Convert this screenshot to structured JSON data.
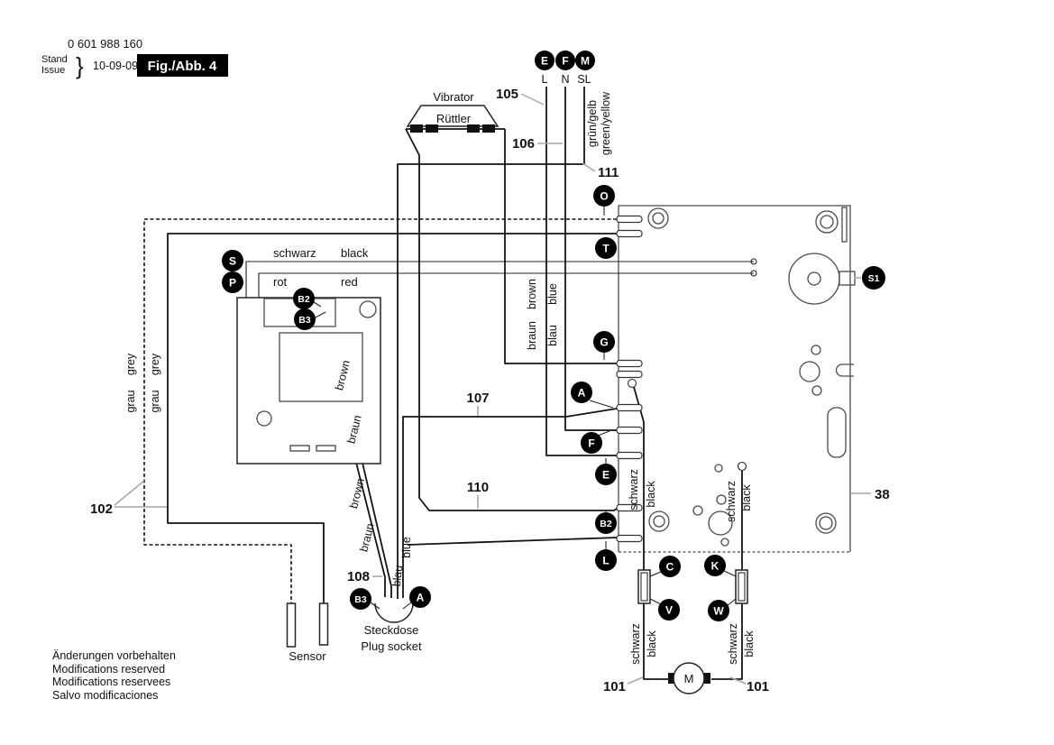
{
  "header": {
    "part_number": "0 601 988 160",
    "stand_label": "Stand",
    "issue_label": "Issue",
    "brace": "}",
    "date": "10-09-09",
    "figure_label": "Fig./Abb. 4"
  },
  "components": {
    "vibrator": "Vibrator",
    "ruettler": "Rüttler",
    "sensor": "Sensor",
    "steckdose": "Steckdose",
    "plug_socket": "Plug socket",
    "motor": "M"
  },
  "pins": {
    "l": "L",
    "n": "N",
    "sl": "SL"
  },
  "connectors": {
    "e": "E",
    "f": "F",
    "m": "M",
    "o": "O",
    "t": "T",
    "s": "S",
    "p": "P",
    "b2": "B2",
    "b3": "B3",
    "g": "G",
    "a": "A",
    "l": "L",
    "c": "C",
    "v": "V",
    "k": "K",
    "w": "W",
    "s1": "S1"
  },
  "refs": {
    "r38": "38",
    "r101": "101",
    "r102": "102",
    "r105": "105",
    "r106": "106",
    "r107": "107",
    "r108": "108",
    "r110": "110",
    "r111": "111"
  },
  "wire_labels": {
    "schwarz": "schwarz",
    "black": "black",
    "rot": "rot",
    "red": "red",
    "braun": "braun",
    "brown": "brown",
    "blau": "blau",
    "blue": "blue",
    "grau": "grau",
    "grey": "grey",
    "gruen_gelb": "grün/gelb",
    "green_yellow": "green/yellow"
  },
  "footer": {
    "lines": [
      "Änderungen vorbehalten",
      "Modifications reserved",
      "Modifications reservees",
      "Salvo modificaciones"
    ]
  },
  "colors": {
    "background": "#ffffff",
    "wire": "#141414",
    "panel_outline": "#4a4a4a",
    "leader": "#a6a6a6",
    "badge": "#000000",
    "badge_text": "#ffffff",
    "figure_box": "#000000"
  }
}
